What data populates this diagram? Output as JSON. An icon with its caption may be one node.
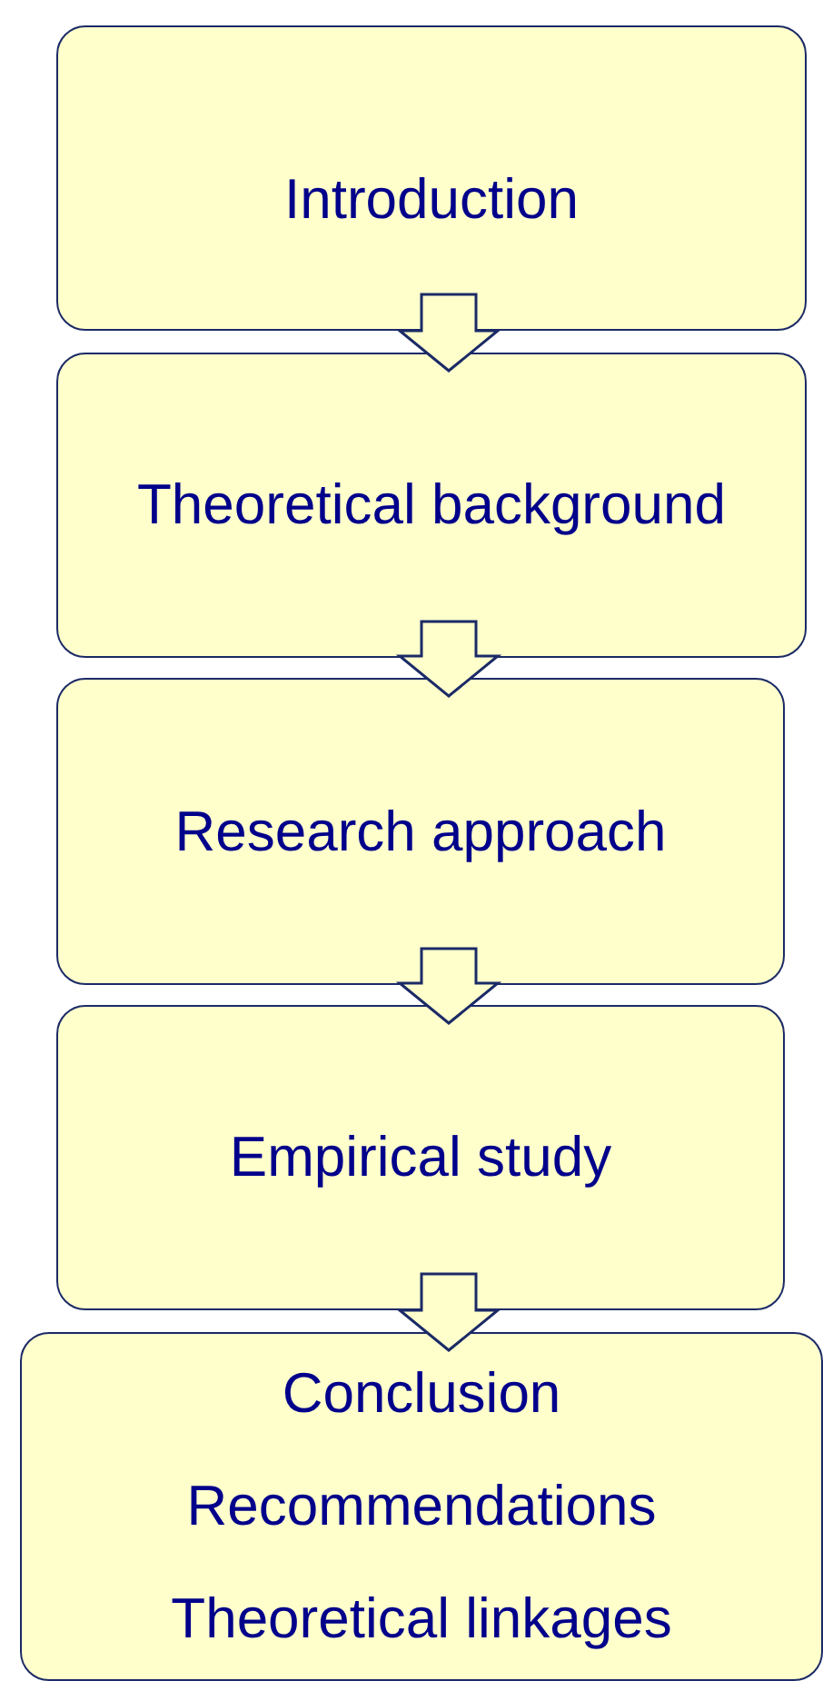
{
  "diagram": {
    "nodes": [
      {
        "text": [
          "Introduction"
        ]
      },
      {
        "text": [
          "Theoretical background"
        ]
      },
      {
        "text": [
          "Research approach"
        ]
      },
      {
        "text": [
          "Empirical study"
        ]
      },
      {
        "text": [
          "Conclusion",
          "Recommendations",
          "Theoretical linkages"
        ]
      }
    ],
    "edges": [
      {
        "from": 0,
        "to": 1,
        "arrow": "to"
      },
      {
        "from": 1,
        "to": 2,
        "arrow": "to"
      },
      {
        "from": 2,
        "to": 3,
        "arrow": "to"
      },
      {
        "from": 3,
        "to": 4,
        "arrow": "to"
      }
    ]
  }
}
